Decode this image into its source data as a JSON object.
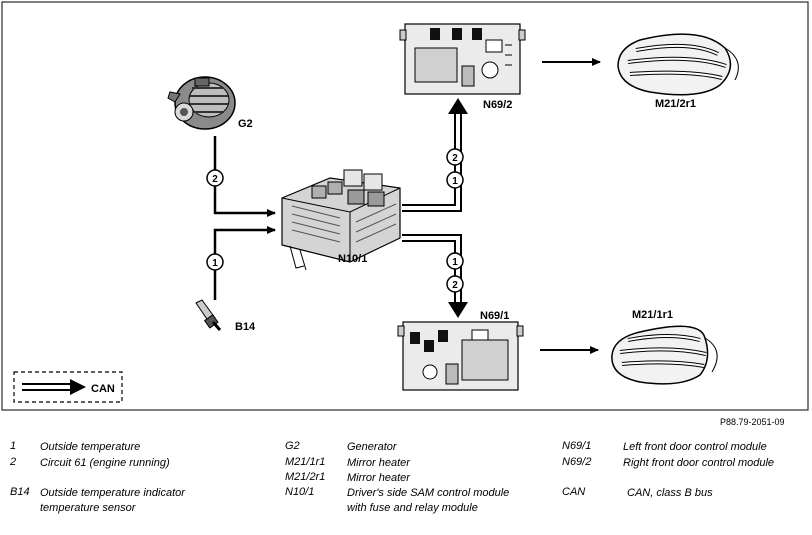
{
  "diagram": {
    "labels": {
      "g2": "G2",
      "n10_1": "N10/1",
      "b14": "B14",
      "n69_2": "N69/2",
      "n69_1": "N69/1",
      "m21_2r1": "M21/2r1",
      "m21_1r1": "M21/1r1",
      "can": "CAN"
    },
    "markers": {
      "one": "1",
      "two": "2"
    },
    "reference": "P88.79-2051-09"
  },
  "legend": {
    "col1": [
      {
        "code": "1",
        "desc": "Outside temperature"
      },
      {
        "code": "2",
        "desc": "Circuit 61 (engine running)"
      },
      {
        "code": "B14",
        "desc": "Outside temperature indicator temperature sensor"
      }
    ],
    "col2": [
      {
        "code": "G2",
        "desc": "Generator"
      },
      {
        "code": "M21/1r1",
        "desc": "Mirror heater"
      },
      {
        "code": "M21/2r1",
        "desc": "Mirror heater"
      },
      {
        "code": "N10/1",
        "desc": "Driver's side SAM control module with fuse and relay module"
      }
    ],
    "col3": [
      {
        "code": "N69/1",
        "desc": "Left front door control module"
      },
      {
        "code": "N69/2",
        "desc": "Right front door control module"
      },
      {
        "code": "CAN",
        "desc": "CAN, class B bus"
      }
    ]
  }
}
